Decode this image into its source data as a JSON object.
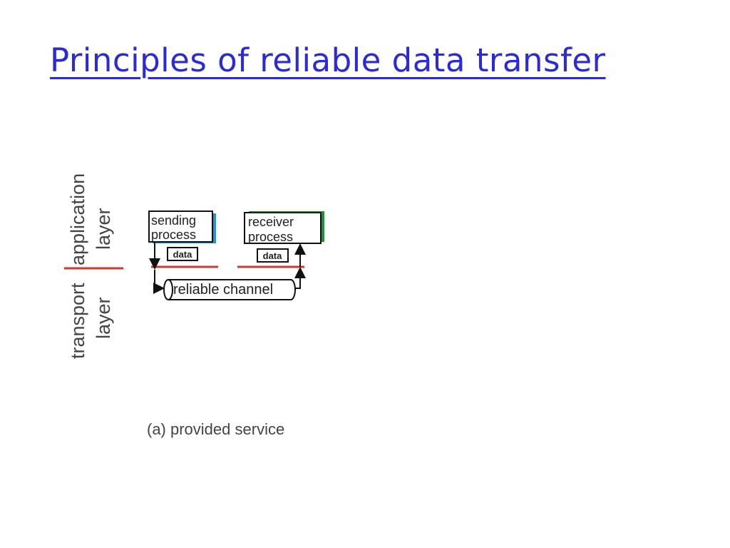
{
  "title": "Principles of reliable data transfer",
  "diagram": {
    "layer_labels": {
      "application": [
        "application",
        "layer"
      ],
      "transport": [
        "transport",
        "layer"
      ]
    },
    "sender": {
      "lines": [
        "sending",
        "process"
      ],
      "accent": "#2b8fd6"
    },
    "receiver": {
      "lines": [
        "receiver",
        "process"
      ],
      "accent": "#1f8f3a"
    },
    "data_tag_left": "data",
    "data_tag_right": "data",
    "channel_label": "reliable channel",
    "caption": "(a)  provided service"
  },
  "colors": {
    "title": "#2a2ad8",
    "layer_divider": "#d03a2a",
    "text": "#444444"
  }
}
